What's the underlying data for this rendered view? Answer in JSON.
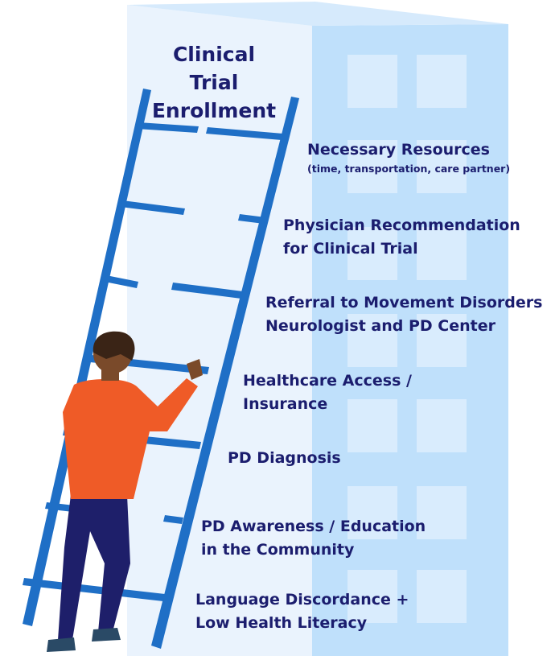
{
  "title": {
    "line1": "Clinical",
    "line2": "Trial",
    "line3": "Enrollment"
  },
  "rungs": [
    {
      "line1": "Necessary Resources",
      "line2": "(time, transportation, care partner)"
    },
    {
      "line1": "Physician Recommendation",
      "line2": "for Clinical Trial"
    },
    {
      "line1": "Referral to Movement Disorders",
      "line2": "Neurologist and PD Center"
    },
    {
      "line1": "Healthcare Access /",
      "line2": "Insurance"
    },
    {
      "line1": "PD Diagnosis"
    },
    {
      "line1": "PD Awareness / Education",
      "line2": "in the Community"
    },
    {
      "line1": "Language Discordance +",
      "line2": "Low Health Literacy"
    }
  ],
  "colors": {
    "text": "#1b1d6e",
    "ladder": "#1f6fc6",
    "building_front": "#e9f3fd",
    "building_side": "#bfe0fb",
    "window": "#dcedfd",
    "shirt": "#ef5b27",
    "pants": "#1e1f6a",
    "skin": "#7a4a2a",
    "hair": "#3a2416"
  },
  "icons": [
    "building-icon",
    "ladder-icon",
    "person-climber-icon"
  ]
}
